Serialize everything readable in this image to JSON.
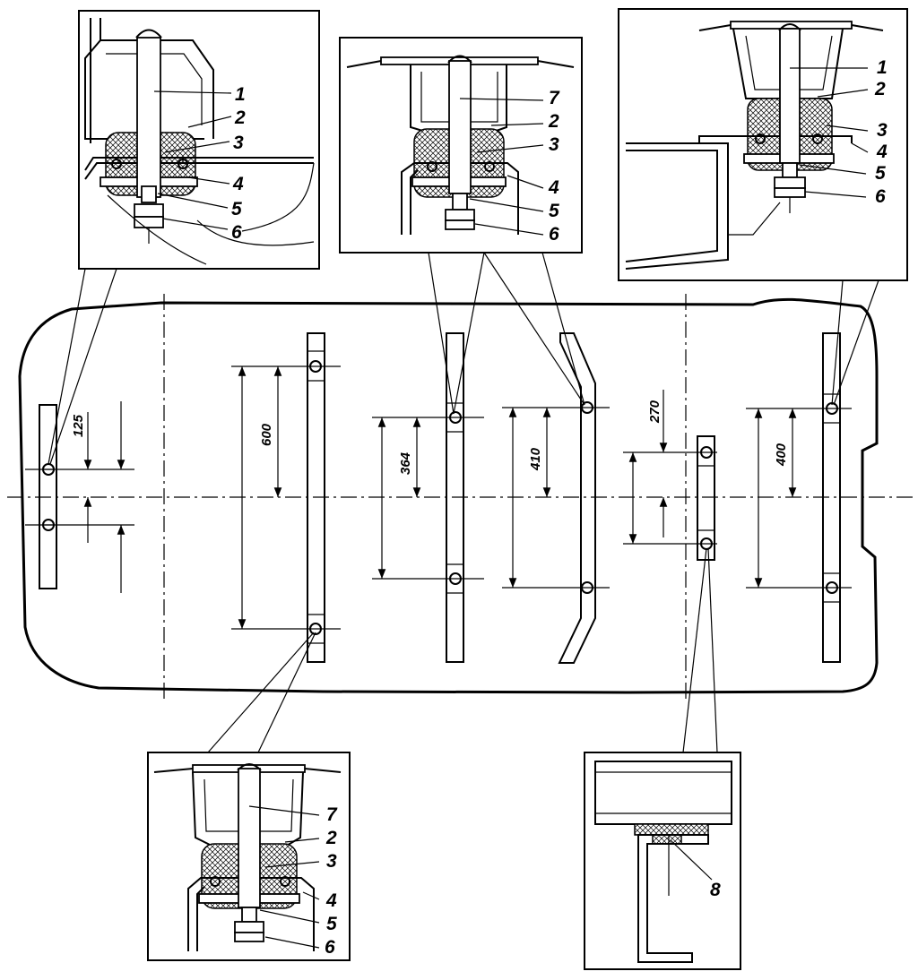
{
  "dimensions": {
    "d125": "125",
    "d600": "600",
    "d364": "364",
    "d410": "410",
    "d270": "270",
    "d400": "400"
  },
  "details": {
    "top_left": {
      "callouts": [
        "1",
        "2",
        "3",
        "4",
        "5",
        "6"
      ]
    },
    "top_center": {
      "callouts": [
        "7",
        "2",
        "3",
        "4",
        "5",
        "6"
      ]
    },
    "top_right": {
      "callouts": [
        "1",
        "2",
        "3",
        "4",
        "5",
        "6"
      ]
    },
    "bottom_left": {
      "callouts": [
        "7",
        "2",
        "3",
        "4",
        "5",
        "6"
      ]
    },
    "bottom_right": {
      "callouts": [
        "8"
      ]
    }
  }
}
